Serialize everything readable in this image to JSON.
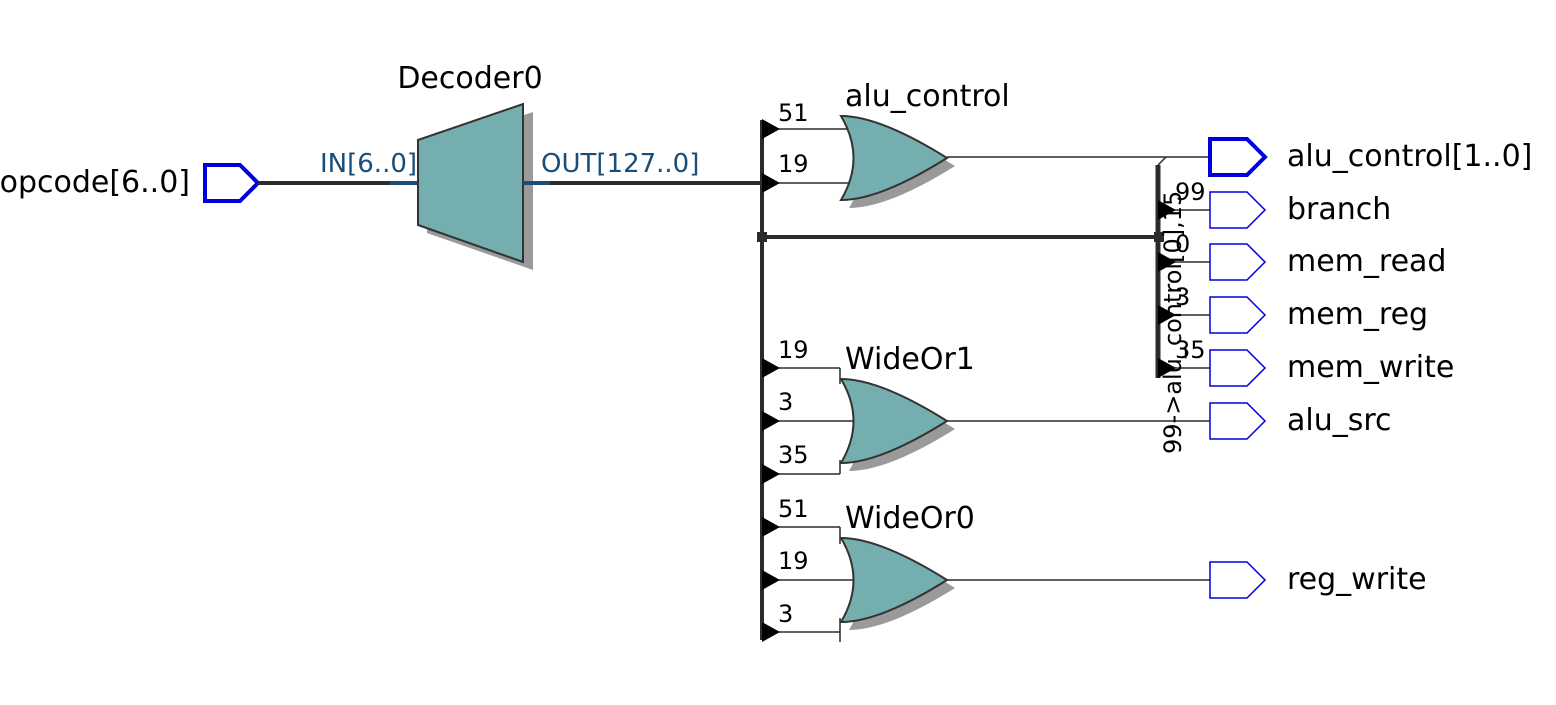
{
  "colors": {
    "wire": "#2b2b2b",
    "bus": "#2b2b2b",
    "gate_fill": "#74aeae",
    "gate_shadow": "#9a9a9a",
    "pin_blue": "#0000dd",
    "port_label": "#1a4e78"
  },
  "inputs": {
    "opcode": "opcode[6..0]"
  },
  "decoder": {
    "name": "Decoder0",
    "in_port": "IN[6..0]",
    "out_port": "OUT[127..0]"
  },
  "gates": {
    "alu_control": {
      "name": "alu_control",
      "pins": [
        "51",
        "19"
      ]
    },
    "wide_or1": {
      "name": "WideOr1",
      "pins": [
        "19",
        "3",
        "35"
      ]
    },
    "wide_or0": {
      "name": "WideOr0",
      "pins": [
        "51",
        "19",
        "3"
      ]
    }
  },
  "bus_tap": {
    "label": "99->alu_control[0],15",
    "pins": [
      "99",
      "0",
      "3",
      "35"
    ]
  },
  "outputs": {
    "alu_control": "alu_control[1..0]",
    "branch": "branch",
    "mem_read": "mem_read",
    "mem_reg": "mem_reg",
    "mem_write": "mem_write",
    "alu_src": "alu_src",
    "reg_write": "reg_write"
  }
}
